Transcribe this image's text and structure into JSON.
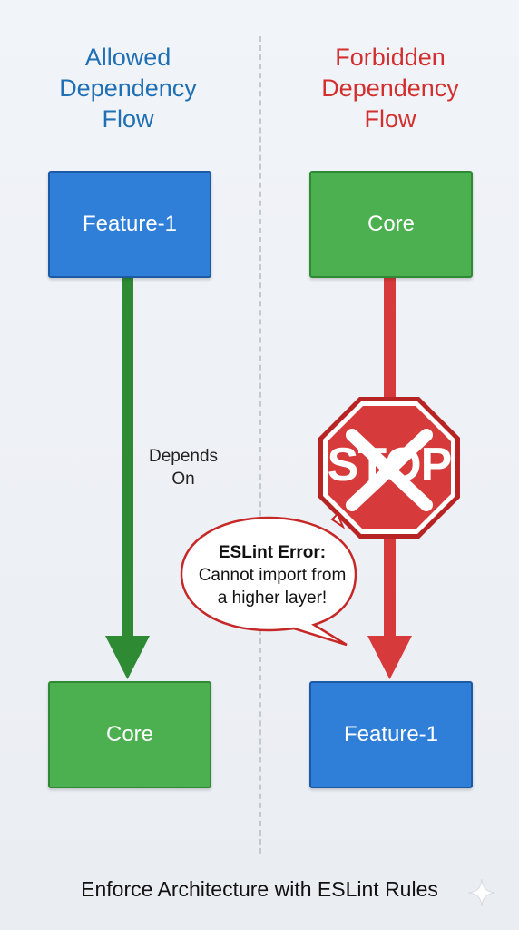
{
  "left": {
    "title": "Allowed\nDependency\nFlow",
    "top_box": "Feature-1",
    "bottom_box": "Core",
    "edge_label": "Depends\nOn",
    "arrow_color": "#2e8b33"
  },
  "right": {
    "title": "Forbidden\nDependency\nFlow",
    "top_box": "Core",
    "bottom_box": "Feature-1",
    "arrow_color": "#d63a3a",
    "stop_sign": "STOP",
    "error_title": "ESLint Error:",
    "error_line1": "Cannot import from",
    "error_line2": "a higher layer!"
  },
  "colors": {
    "allowed_title": "#1f6fb5",
    "forbidden_title": "#d32f2f",
    "blue_box": "#2f7ed8",
    "green_box": "#4caf50",
    "stop_red": "#d63a3a"
  },
  "footer": "Enforce Architecture with ESLint Rules",
  "icons": {
    "stop": "stop-sign-icon",
    "cross": "x-mark-icon",
    "sparkle": "sparkle-icon"
  }
}
